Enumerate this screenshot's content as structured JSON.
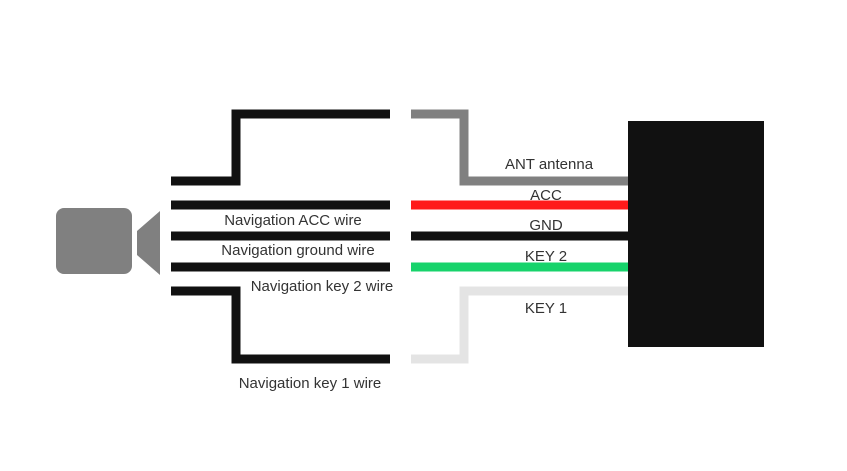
{
  "labels": {
    "ant": "ANT antenna",
    "acc": "ACC",
    "gnd": "GND",
    "key2": "KEY 2",
    "key1": "KEY 1",
    "nav_acc": "Navigation ACC wire",
    "nav_ground": "Navigation ground wire",
    "nav_key2": "Navigation key 2 wire",
    "nav_key1": "Navigation key 1 wire"
  },
  "colors": {
    "black": "#111111",
    "antenna_gray": "#808080",
    "acc_red": "#ff1a1a",
    "key2_green": "#17d36b",
    "key1_lightgray": "#e4e4e4",
    "camera_gray": "#808080",
    "module_black": "#111111",
    "text": "#333333"
  },
  "icons": {
    "camera": "camera-icon",
    "module": "control-module"
  }
}
